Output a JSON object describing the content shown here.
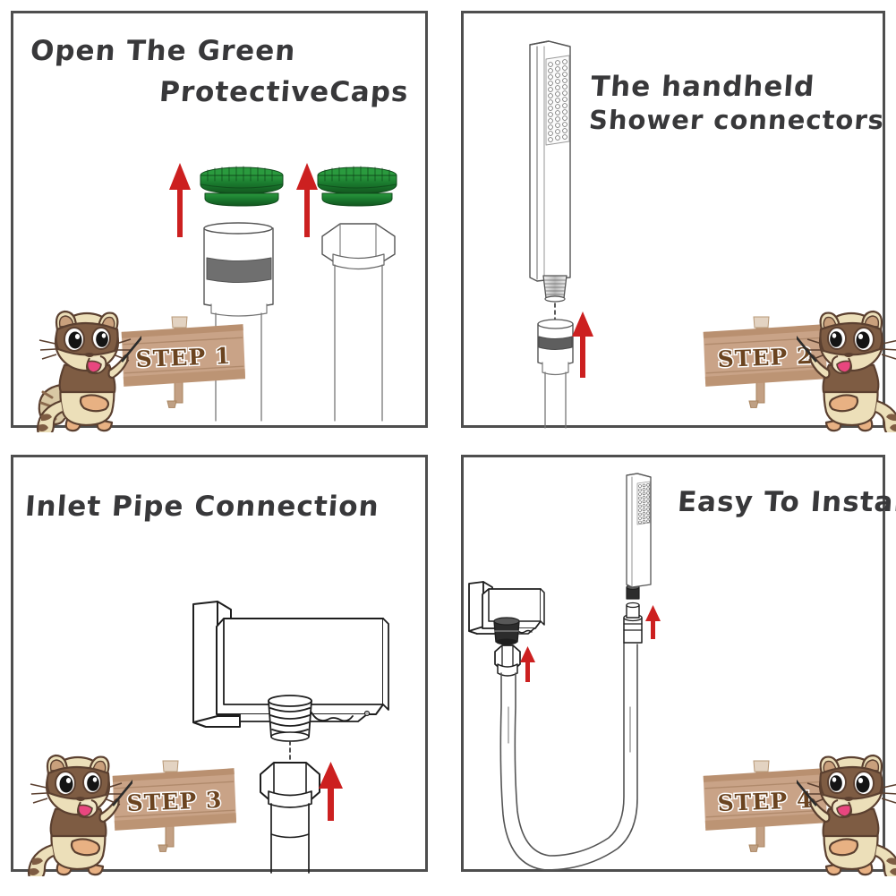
{
  "document": {
    "kind": "product-installation-infographic",
    "subject": "handheld shower connector installation",
    "background_color": "#ffffff",
    "panel_border_color": "#4e4e4e",
    "title_color": "#38383a"
  },
  "palette": {
    "cap_green": "#1a7a2e",
    "cap_green_dark": "#13561f",
    "cap_green_light": "#2a9a3e",
    "arrow_red": "#cc2020",
    "metal_gray": "#7a7a7a",
    "outline": "#1e1e1e",
    "sign_wood": "#c9a387",
    "sign_wood_dark": "#b08a6c",
    "sign_text": "#6b4420",
    "sign_text_outline": "#ffffff",
    "mascot_body": "#ecdfb9",
    "mascot_brown": "#7e5c43",
    "mascot_brown_light": "#a88160",
    "mascot_tongue": "#e8467f",
    "mascot_eye": "#1a1a1a"
  },
  "panels": [
    {
      "id": "panel-1",
      "step_label": "STEP 1",
      "title_lines": [
        "Open The Green",
        "ProtectiveCaps"
      ],
      "mascot_side": "left",
      "arrows": 2,
      "parts": [
        "green protective cap (round, ridged)",
        "green protective cap (round, ridged)",
        "round inlet pipe with gray band",
        "hex nut pipe fitting"
      ]
    },
    {
      "id": "panel-2",
      "step_label": "STEP 2",
      "title_lines": [
        "The handheld",
        "Shower connectors"
      ],
      "mascot_side": "right",
      "arrows": 1,
      "parts": [
        "handheld shower wand with nozzle face",
        "threaded shower outlet",
        "hose connector nut with gray band",
        "flexible hose"
      ]
    },
    {
      "id": "panel-3",
      "step_label": "STEP 3",
      "title_lines": [
        "Inlet Pipe Connection"
      ],
      "mascot_side": "left",
      "arrows": 1,
      "parts": [
        "square wall outlet bracket",
        "threaded outlet port",
        "hex nut on inlet pipe",
        "inlet pipe"
      ]
    },
    {
      "id": "panel-4",
      "step_label": "STEP 4",
      "title_lines": [
        "Easy To Install"
      ],
      "mascot_side": "right",
      "arrows": 2,
      "parts": [
        "square wall outlet bracket mounted",
        "hex nut joined to bracket",
        "flexible hose routed in a U loop",
        "handheld shower wand attached to hose"
      ]
    }
  ]
}
